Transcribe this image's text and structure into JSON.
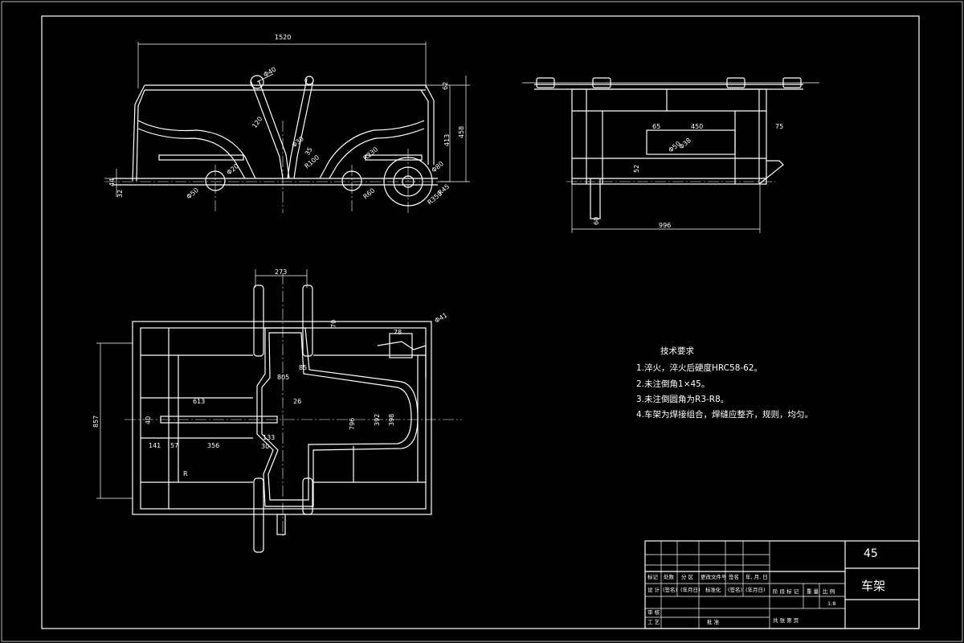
{
  "drawing": {
    "material": "45",
    "part_name": "车架",
    "scale": "1:8",
    "tech_requirements": {
      "title": "技术要求",
      "items": [
        "1.淬火，淬火后硬度HRC58-62。",
        "2.未注倒角1×45。",
        "3.未注倒圆角为R3-R8。",
        "4.车架为焊接组合，焊缝应整齐，规则，均匀。"
      ]
    },
    "title_block": {
      "row_labels": [
        "标记",
        "处数",
        "分 区",
        "更改文件号",
        "签名",
        "年, 月, 日"
      ],
      "design_row": [
        "设 计",
        "(签名)",
        "(年月日)",
        "标准化",
        "(签名)",
        "(年月日)"
      ],
      "stage_labels": [
        "阶 段 标 记",
        "重 量",
        "比 例"
      ],
      "review": "审 核",
      "process": "工 艺",
      "approve": "批 准",
      "sheets": "共   张   第   页"
    },
    "dimensions": {
      "front_view": [
        "1520",
        "Φ40",
        "120",
        "62",
        "413",
        "458",
        "Φ30",
        "R230",
        "R100",
        "Φ80",
        "R60",
        "R45",
        "R350",
        "Φ20",
        "Φ50",
        "35",
        "44",
        "32"
      ],
      "side_view": [
        "65",
        "450",
        "75",
        "Φ50",
        "Φ38",
        "52",
        "996",
        "60"
      ],
      "top_view": [
        "273",
        "70",
        "85",
        "78",
        "Φ41",
        "805",
        "613",
        "26",
        "857",
        "40",
        "141",
        "57",
        "356",
        "133",
        "30",
        "796",
        "392",
        "398",
        "R"
      ]
    }
  }
}
